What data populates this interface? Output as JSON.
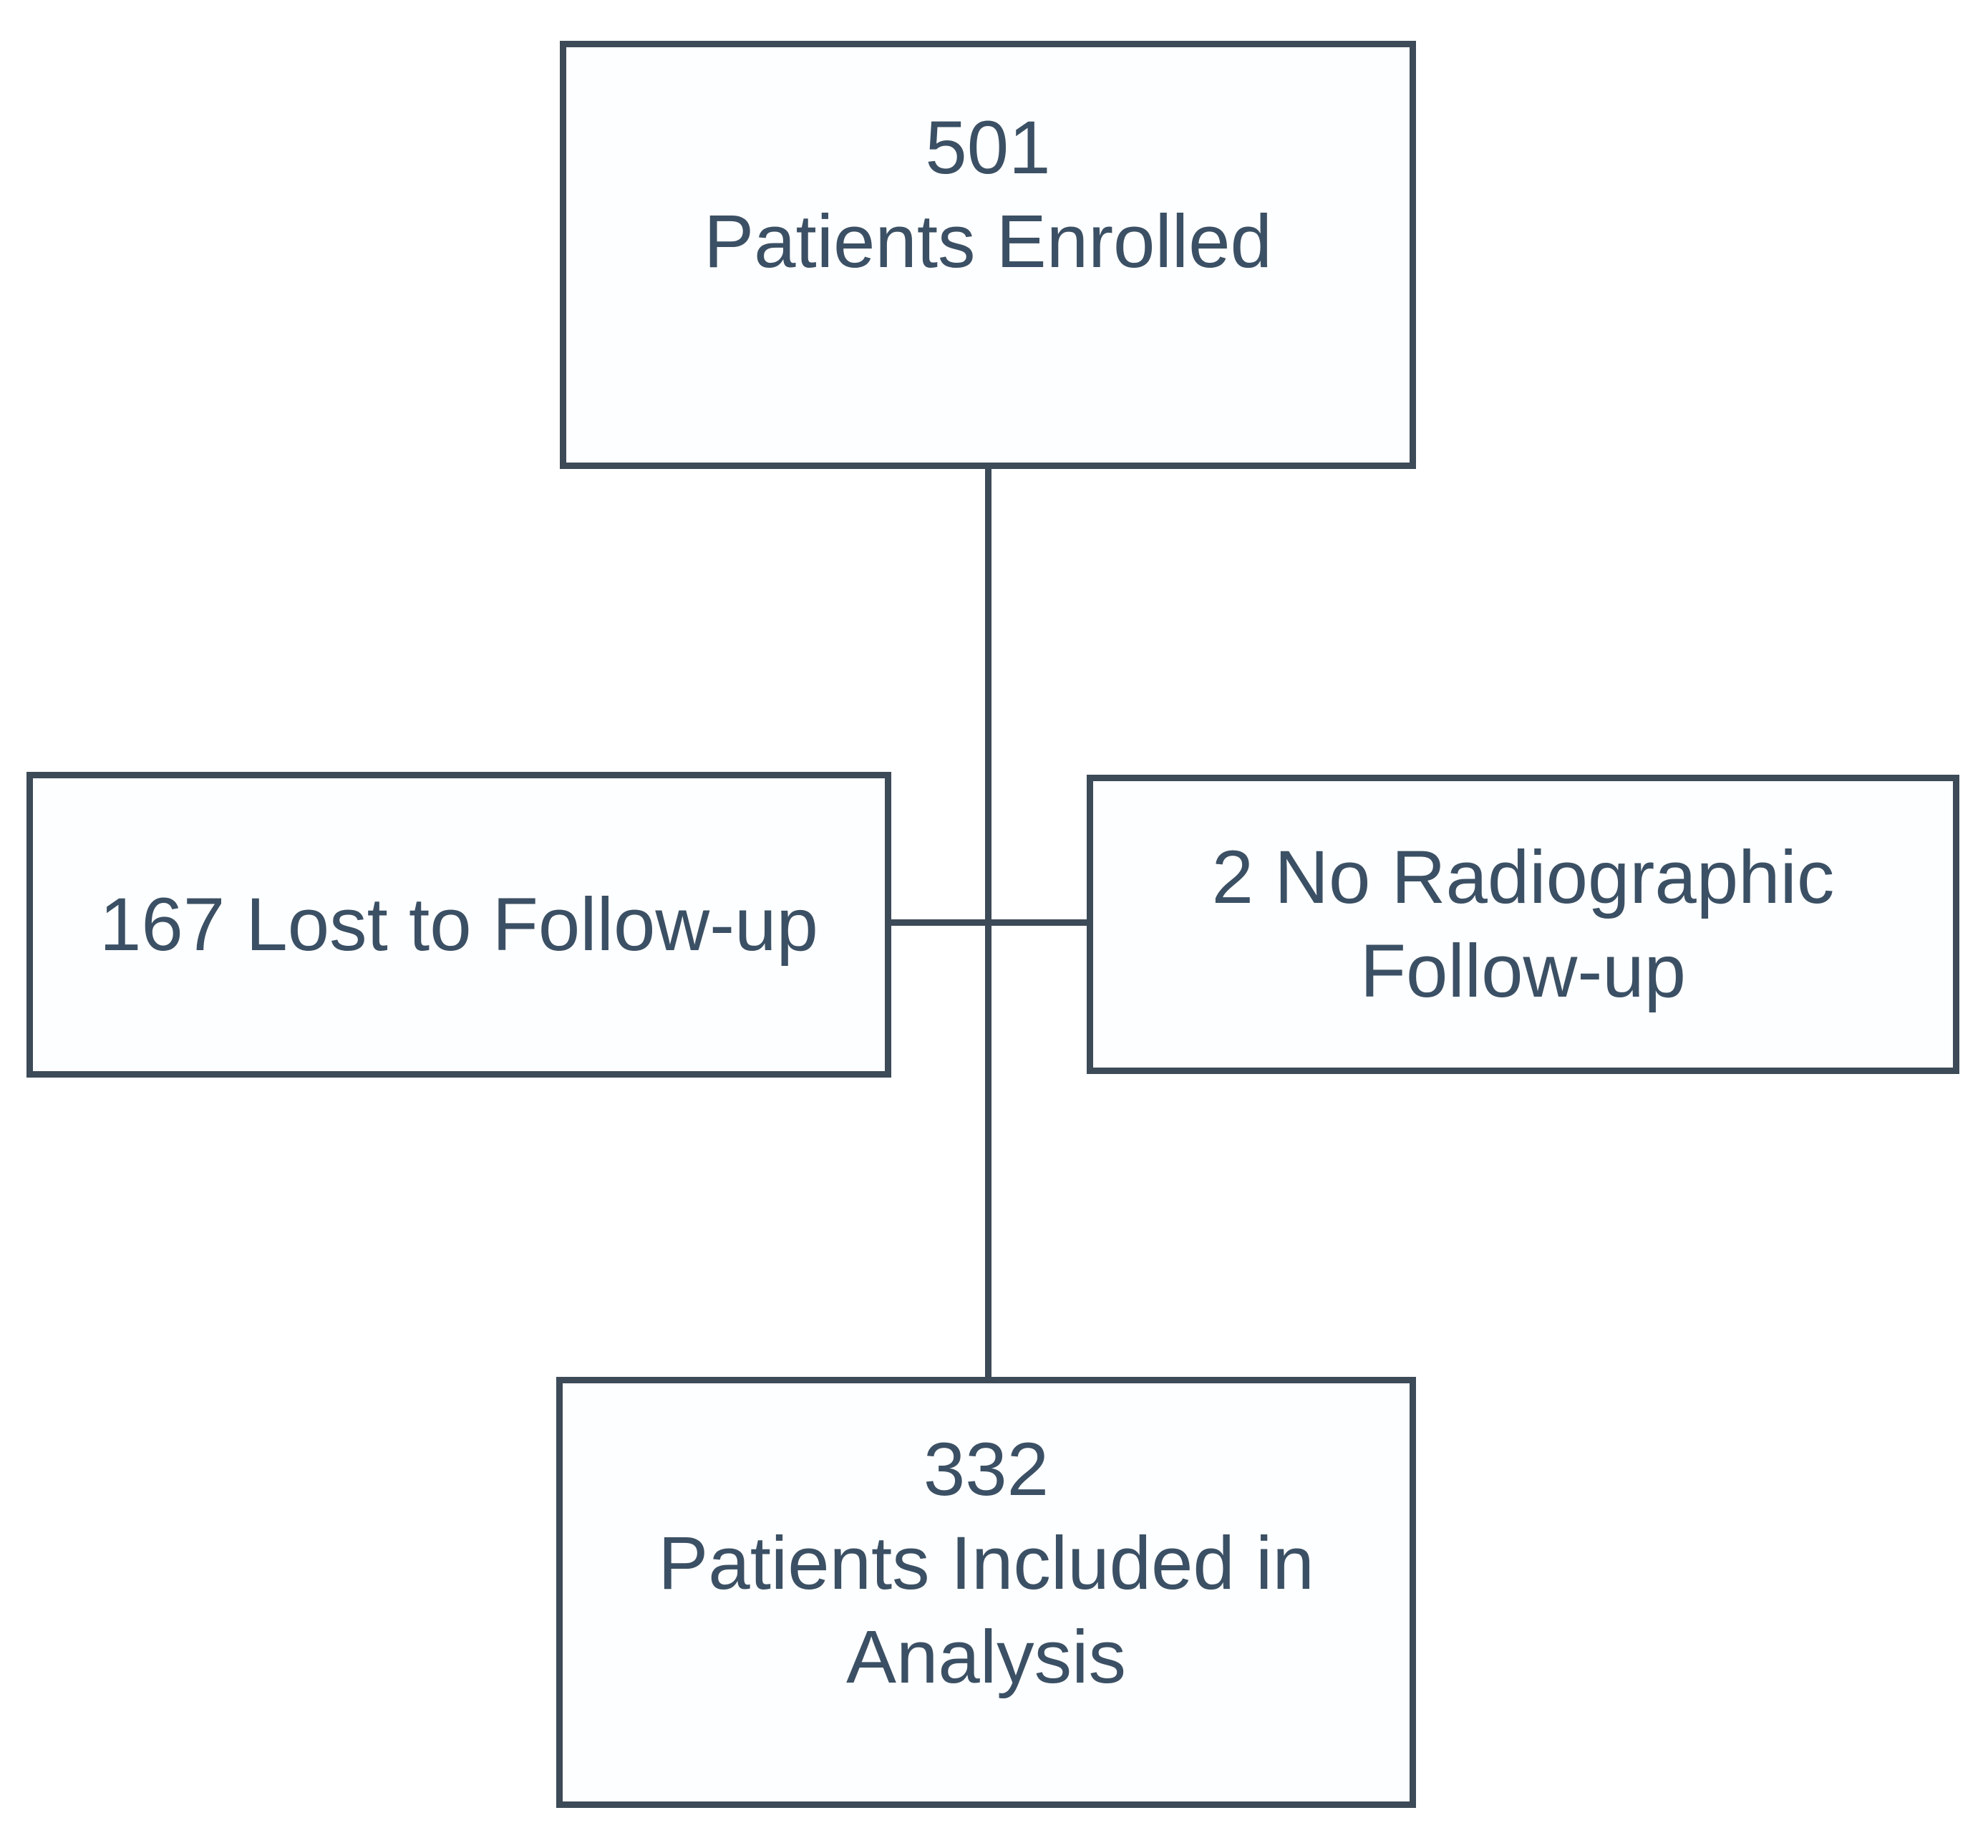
{
  "diagram": {
    "colors": {
      "line": "#3d4a57",
      "text": "#3b5064",
      "box_fill": "#fdfeff",
      "page_bg": "#ffffff"
    },
    "boxes": {
      "enrolled": {
        "count": "501",
        "label": "Patients Enrolled"
      },
      "lost_to_followup": {
        "text": "167 Lost to Follow-up"
      },
      "no_radiographic_followup": {
        "line1": "2 No Radiographic",
        "line2": "Follow-up"
      },
      "included_in_analysis": {
        "count": "332",
        "label_line1": "Patients Included in",
        "label_line2": "Analysis"
      }
    }
  }
}
